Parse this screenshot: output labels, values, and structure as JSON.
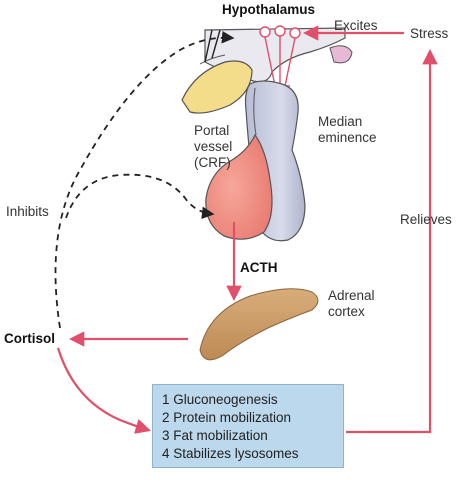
{
  "labels": {
    "hypothalamus": "Hypothalamus",
    "excites": "Excites",
    "stress": "Stress",
    "portal_vessel": [
      "Portal",
      "vessel",
      "(CRF)"
    ],
    "median_eminence": [
      "Median",
      "eminence"
    ],
    "inhibits": "Inhibits",
    "relieves": "Relieves",
    "acth": "ACTH",
    "adrenal_cortex": [
      "Adrenal",
      "cortex"
    ],
    "cortisol": "Cortisol"
  },
  "effects": [
    "1 Gluconeogenesis",
    "2 Protein mobilization",
    "3 Fat mobilization",
    "4 Stabilizes lysosomes"
  ],
  "colors": {
    "arrow": "#e0506a",
    "dashed": "#222222",
    "anterior_pituitary": "#f08a80",
    "posterior_pituitary": "#c9cde0",
    "adrenal": "#cd9e6a",
    "chiasm": "#f3dc8a",
    "box": "#bcd8ec"
  }
}
